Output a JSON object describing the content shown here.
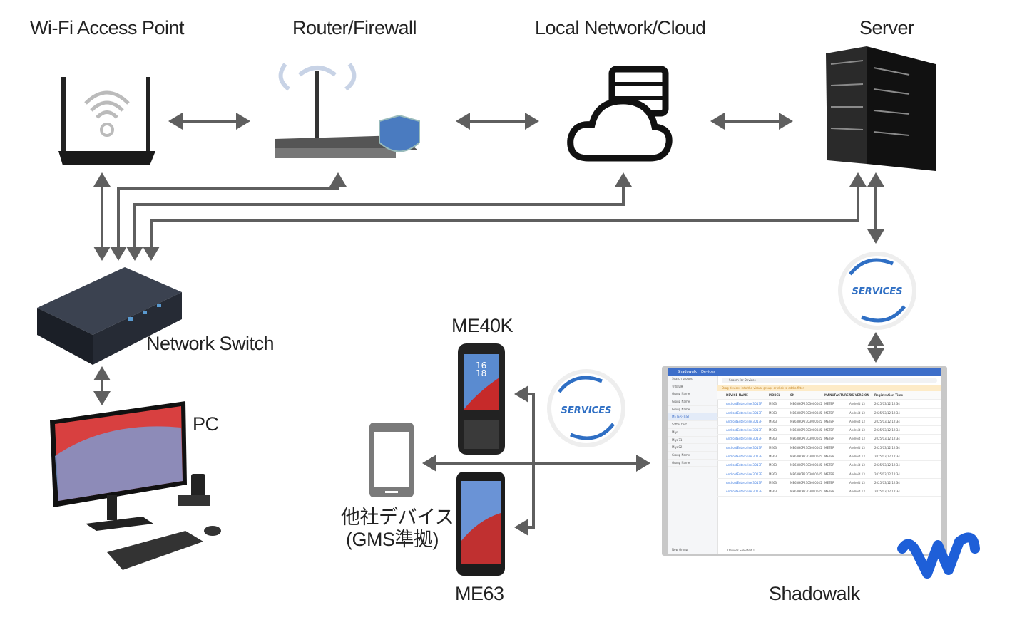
{
  "labels": {
    "wifi": "Wi-Fi Access Point",
    "router": "Router/Firewall",
    "cloud": "Local Network/Cloud",
    "server": "Server",
    "switch": "Network Switch",
    "pc": "PC",
    "me40k": "ME40K",
    "me63": "ME63",
    "other_line1": "他社デバイス",
    "other_line2": "(GMS準拠)",
    "shadowalk": "Shadowalk"
  },
  "services_label": "SERVICES",
  "phone_time": [
    "16",
    "18"
  ],
  "colors": {
    "arrow": "#5f5f5f",
    "services_blue": "#2f6fc4",
    "shadowalk_blue": "#3d6ec9",
    "logo_blue": "#1e5fd8"
  },
  "shadowalk_ui": {
    "app_name": "Shadowalk",
    "page": "Devices",
    "search_groups": "Search groups",
    "search_devices": "Search for Devices",
    "banner": "Drag devices into the virtual group, or click to add a filter",
    "groups": [
      "全部设备",
      "Group Name",
      "Group Name",
      "Group Name",
      "METER-TEST",
      "Softer test",
      "Miya",
      "Miya71",
      "Miya02",
      "Group Name",
      "Group Name"
    ],
    "columns": [
      "DEVICE NAME",
      "MODEL",
      "SN",
      "MANUFACTURER",
      "OS VERSION",
      "Registration Time"
    ],
    "rows": [
      [
        "AndroidEnterprise 3D17F",
        "ME63",
        "ME63H0P2303000045",
        "METER",
        "Android 13",
        "2025/03/12 12:34"
      ],
      [
        "AndroidEnterprise 3D17F",
        "ME63",
        "ME63H0P2303000045",
        "METER",
        "Android 13",
        "2025/03/12 12:34"
      ],
      [
        "AndroidEnterprise 3D17F",
        "ME63",
        "ME63H0P2303000045",
        "METER",
        "Android 13",
        "2025/03/12 12:34"
      ],
      [
        "AndroidEnterprise 3D17F",
        "ME63",
        "ME63H0P2303000045",
        "METER",
        "Android 13",
        "2025/03/12 12:34"
      ],
      [
        "AndroidEnterprise 3D17F",
        "ME63",
        "ME63H0P2303000045",
        "METER",
        "Android 13",
        "2025/03/12 12:34"
      ],
      [
        "AndroidEnterprise 3D17F",
        "ME63",
        "ME63H0P2303000045",
        "METER",
        "Android 13",
        "2025/03/12 12:34"
      ],
      [
        "AndroidEnterprise 3D17F",
        "ME63",
        "ME63H0P2303000045",
        "METER",
        "Android 13",
        "2025/03/12 12:34"
      ],
      [
        "AndroidEnterprise 3D17F",
        "ME63",
        "ME63H0P2303000045",
        "METER",
        "Android 13",
        "2025/03/12 12:34"
      ],
      [
        "AndroidEnterprise 3D17F",
        "ME63",
        "ME63H0P2303000045",
        "METER",
        "Android 13",
        "2025/03/12 12:34"
      ],
      [
        "AndroidEnterprise 3D17F",
        "ME63",
        "ME63H0P2303000045",
        "METER",
        "Android 13",
        "2025/03/12 12:34"
      ],
      [
        "AndroidEnterprise 3D17F",
        "ME63",
        "ME63H0P2303000045",
        "METER",
        "Android 13",
        "2025/03/12 12:34"
      ]
    ],
    "new_group": "New Group",
    "devices_selected": "Devices Selected 1"
  }
}
